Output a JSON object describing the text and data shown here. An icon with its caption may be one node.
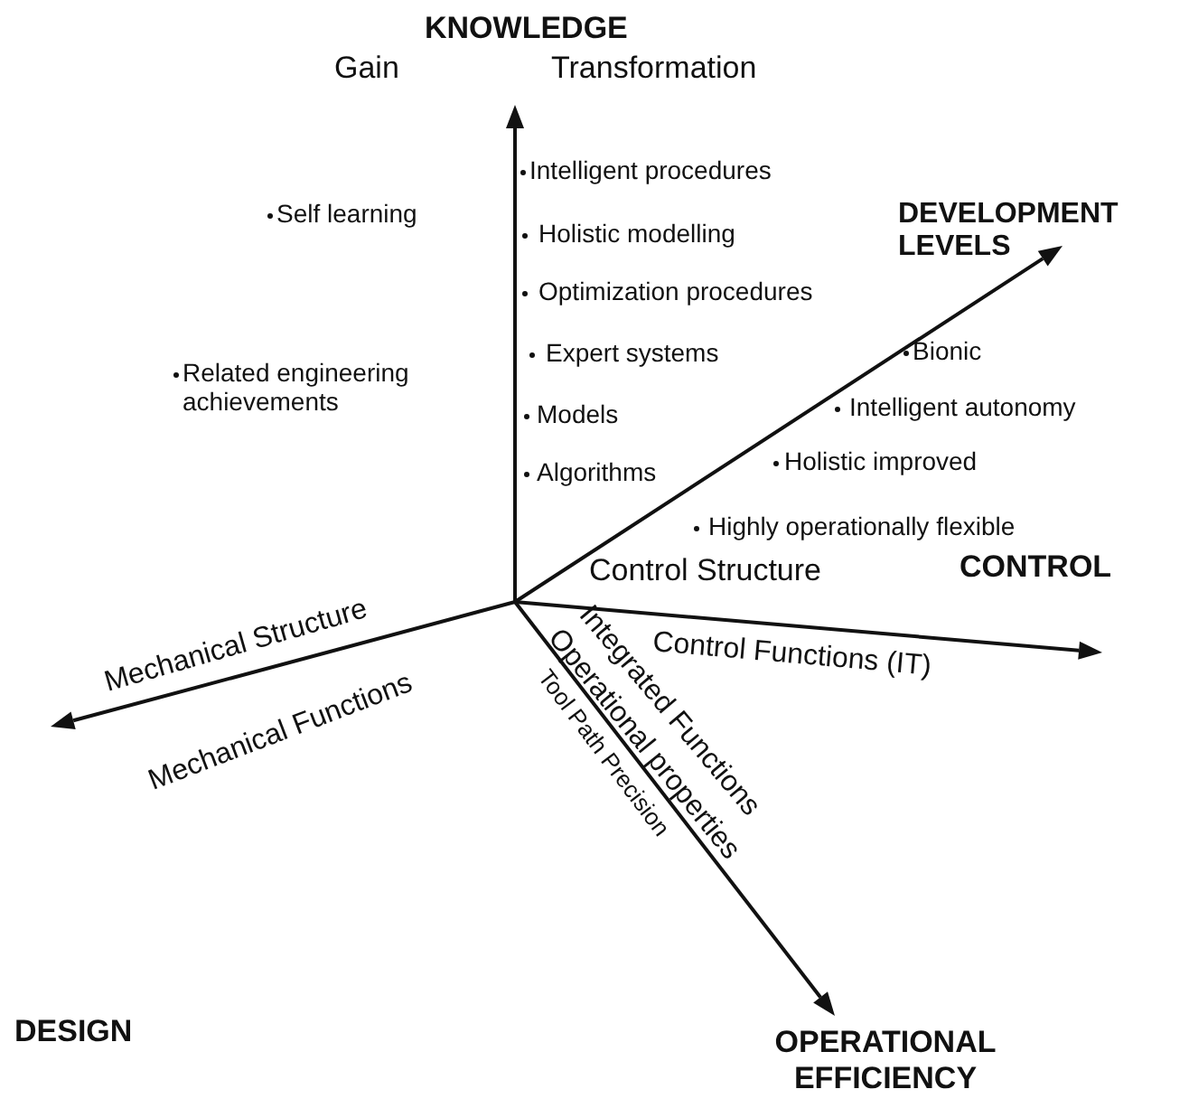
{
  "diagram": {
    "labels": [
      "KNOWLEDGE",
      "Gain",
      "Transformation",
      "Intelligent procedures",
      "Self learning",
      "Holistic modelling",
      "DEVELOPMENT LEVELS",
      "Optimization procedures",
      "Expert systems",
      "Bionic",
      "Related engineering achievements",
      "Models",
      "Intelligent autonomy",
      "Holistic improved",
      "Algorithms",
      "Highly operationally flexible",
      "Control Structure",
      "CONTROL",
      "Mechanical Structure",
      "Control Functions (IT)",
      "Mechanical Functions",
      "Integrated Functions",
      "Operational properties",
      "Tool Path Precision",
      "DESIGN",
      "OPERATIONAL EFFICIENCY"
    ]
  }
}
